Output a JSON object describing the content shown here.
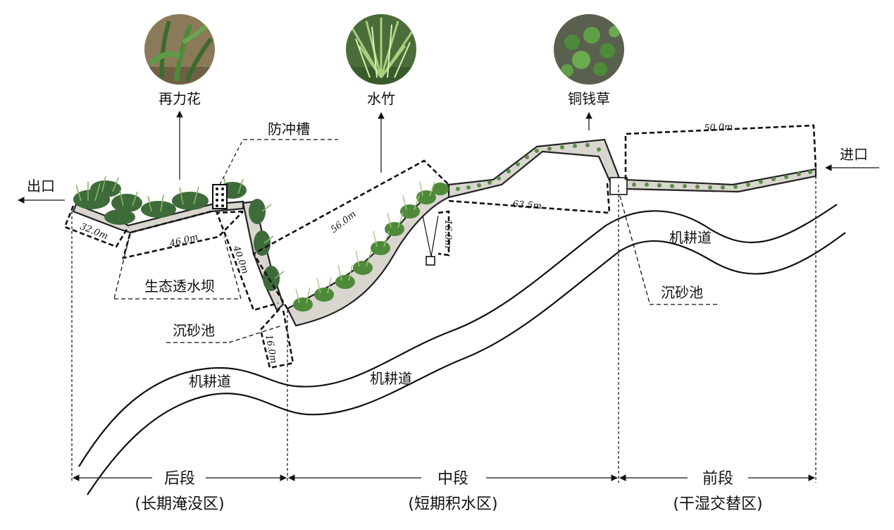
{
  "plants": [
    {
      "name": "再力花",
      "icon": "canna-plant-photo"
    },
    {
      "name": "水竹",
      "icon": "water-bamboo-photo"
    },
    {
      "name": "铜钱草",
      "icon": "pennywort-photo"
    }
  ],
  "labels": {
    "inlet": "进口",
    "outlet": "出口",
    "anti_scour": "防冲槽",
    "eco_dam": "生态透水坝",
    "sediment_left": "沉砂池",
    "sediment_right": "沉砂池",
    "road_left": "机耕道",
    "road_mid": "机耕道",
    "road_right": "机耕道"
  },
  "dimensions": {
    "d1": "50.0m",
    "d2": "63.5m",
    "d3": "56.0m",
    "d4": "16.0m",
    "d5": "40.0m",
    "d6": "46.0m",
    "d7": "32.0m",
    "d8": "16.0m"
  },
  "sections": [
    {
      "name": "后段",
      "zone": "(长期淹没区)"
    },
    {
      "name": "中段",
      "zone": "(短期积水区)"
    },
    {
      "name": "前段",
      "zone": "(干湿交替区)"
    }
  ],
  "colors": {
    "plant_dark": "#3f6b3a",
    "plant_light": "#86b36a",
    "channel": "#d9d6d0"
  }
}
